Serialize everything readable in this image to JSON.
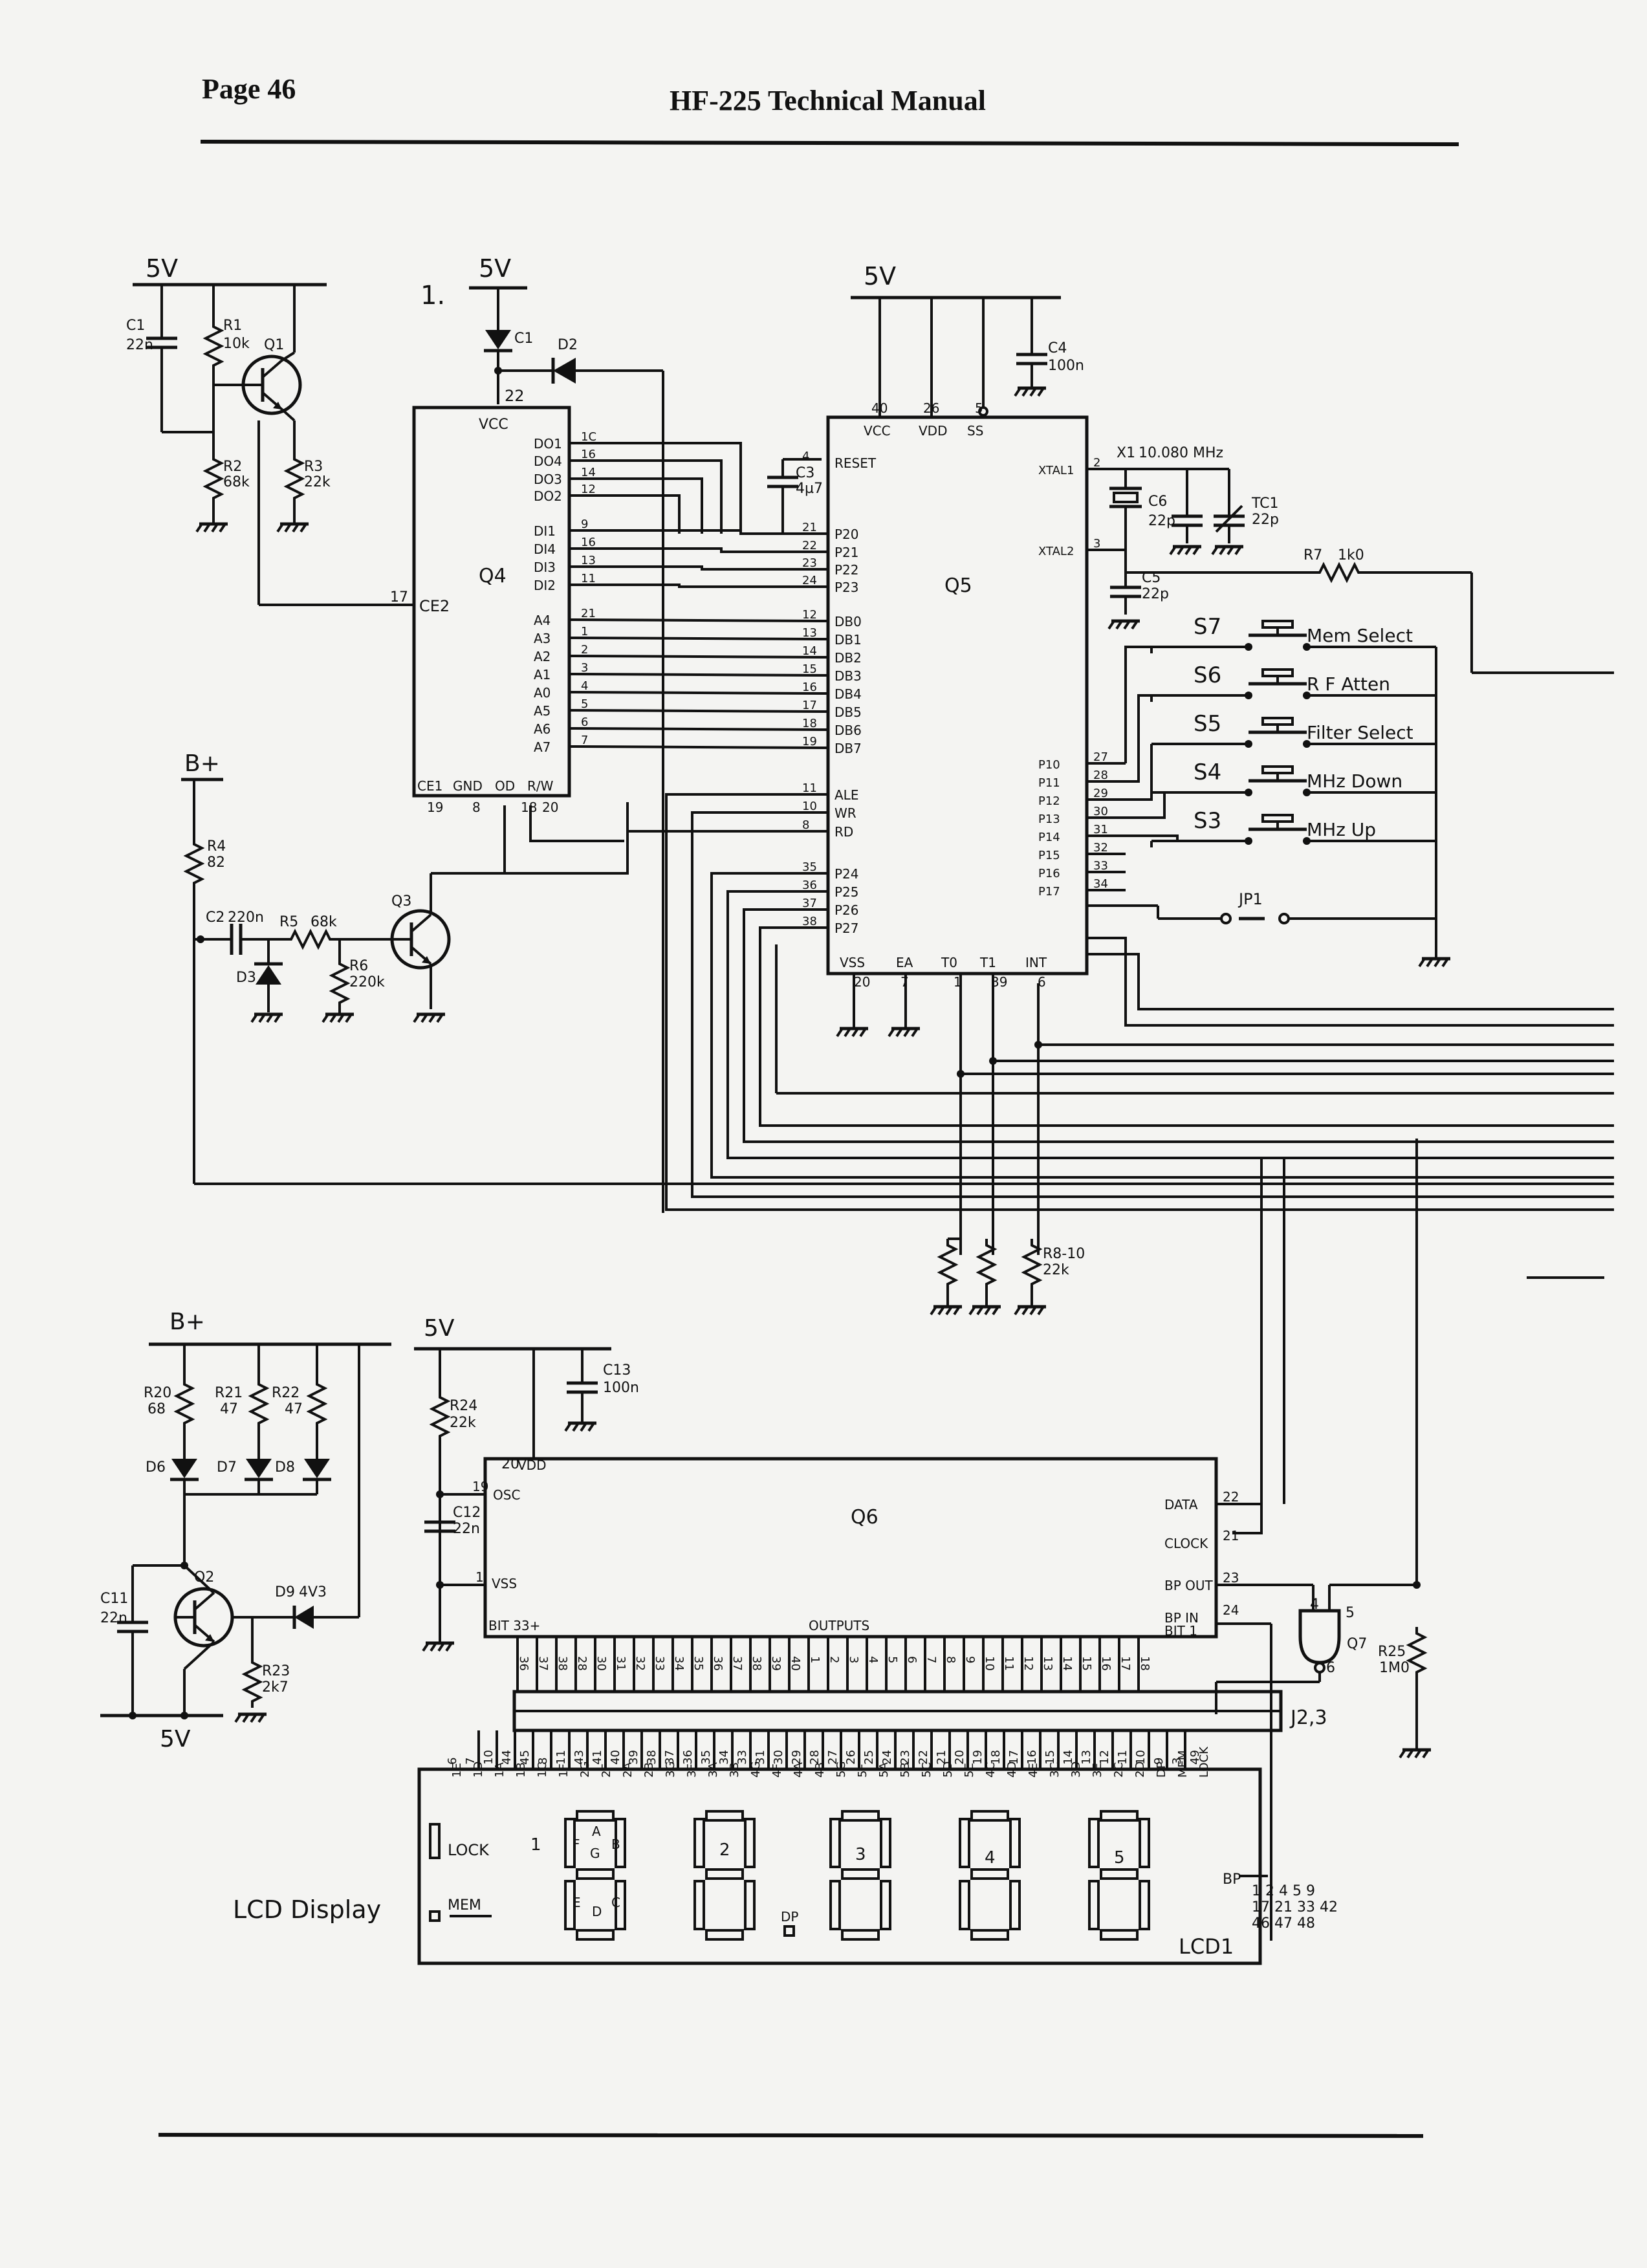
{
  "header": {
    "page": "Page 46",
    "title": "HF-225 Technical Manual"
  },
  "rails": {
    "v5": "5V",
    "bplus": "B+"
  },
  "sheet_marker": "1.",
  "ics": {
    "q4": {
      "ref": "Q4",
      "vcc_pin": "22",
      "ce2_pin": "17",
      "right_pins": [
        {
          "name": "DO1",
          "num": "1C"
        },
        {
          "name": "DO4",
          "num": "16"
        },
        {
          "name": "DO3",
          "num": "14"
        },
        {
          "name": "DO2",
          "num": "12"
        },
        {
          "name": "DI1",
          "num": "9"
        },
        {
          "name": "DI4",
          "num": "16"
        },
        {
          "name": "DI3",
          "num": "13"
        },
        {
          "name": "DI2",
          "num": "11"
        },
        {
          "name": "A4",
          "num": "21"
        },
        {
          "name": "A3",
          "num": "1"
        },
        {
          "name": "A2",
          "num": "2"
        },
        {
          "name": "A1",
          "num": "3"
        },
        {
          "name": "A0",
          "num": "4"
        },
        {
          "name": "A5",
          "num": "5"
        },
        {
          "name": "A6",
          "num": "6"
        },
        {
          "name": "A7",
          "num": "7"
        }
      ],
      "bottom_pins": [
        {
          "name": "CE1",
          "num": "19"
        },
        {
          "name": "GND",
          "num": "8"
        },
        {
          "name": "OD",
          "num": "18"
        },
        {
          "name": "R/W",
          "num": "20"
        }
      ],
      "labels": {
        "vcc": "VCC",
        "ce2": "CE2"
      }
    },
    "q5": {
      "ref": "Q5",
      "top_pins": [
        {
          "name": "VCC",
          "num": "40"
        },
        {
          "name": "VDD",
          "num": "26"
        },
        {
          "name": "SS",
          "num": "5"
        }
      ],
      "left_pins": [
        {
          "name": "RESET",
          "num": "4"
        },
        {
          "name": "P20",
          "num": "21"
        },
        {
          "name": "P21",
          "num": "22"
        },
        {
          "name": "P22",
          "num": "23"
        },
        {
          "name": "P23",
          "num": "24"
        },
        {
          "name": "DB0",
          "num": "12"
        },
        {
          "name": "DB1",
          "num": "13"
        },
        {
          "name": "DB2",
          "num": "14"
        },
        {
          "name": "DB3",
          "num": "15"
        },
        {
          "name": "DB4",
          "num": "16"
        },
        {
          "name": "DB5",
          "num": "17"
        },
        {
          "name": "DB6",
          "num": "18"
        },
        {
          "name": "DB7",
          "num": "19"
        },
        {
          "name": "ALE",
          "num": "11"
        },
        {
          "name": "WR",
          "num": "10"
        },
        {
          "name": "RD",
          "num": "8"
        },
        {
          "name": "P24",
          "num": "35"
        },
        {
          "name": "P25",
          "num": "36"
        },
        {
          "name": "P26",
          "num": "37"
        },
        {
          "name": "P27",
          "num": "38"
        }
      ],
      "right_pins": [
        {
          "name": "XTAL1",
          "num": "2"
        },
        {
          "name": "XTAL2",
          "num": "3"
        },
        {
          "name": "P10",
          "num": "27"
        },
        {
          "name": "P11",
          "num": "28"
        },
        {
          "name": "P12",
          "num": "29"
        },
        {
          "name": "P13",
          "num": "30"
        },
        {
          "name": "P14",
          "num": "31"
        },
        {
          "name": "P15",
          "num": "32"
        },
        {
          "name": "P16",
          "num": "33"
        },
        {
          "name": "P17",
          "num": "34"
        }
      ],
      "bottom_pins": [
        {
          "name": "VSS",
          "num": "20"
        },
        {
          "name": "EA",
          "num": "7"
        },
        {
          "name": "T0",
          "num": "1"
        },
        {
          "name": "T1",
          "num": "39"
        },
        {
          "name": "INT",
          "num": "6"
        }
      ]
    },
    "q6": {
      "ref": "Q6",
      "vdd": "VDD",
      "vdd_pin": "20",
      "osc": "OSC",
      "osc_pin": "19",
      "vss": "VSS",
      "vss_pin": "1",
      "bit33": "BIT 33+",
      "outputs": "OUTPUTS",
      "right_pins": [
        {
          "name": "DATA",
          "num": "22"
        },
        {
          "name": "CLOCK",
          "num": "21"
        },
        {
          "name": "BP OUT",
          "num": "23"
        },
        {
          "name": "BP IN",
          "num": "24"
        },
        {
          "name": "BIT 1",
          "num": ""
        }
      ],
      "out_pins": [
        "36",
        "37",
        "38",
        "28",
        "30",
        "31",
        "32",
        "33",
        "34",
        "35",
        "36",
        "37",
        "38",
        "39",
        "40",
        "1",
        "2",
        "3",
        "4",
        "5",
        "6",
        "7",
        "8",
        "9",
        "10",
        "11",
        "12",
        "13",
        "14",
        "15",
        "16",
        "17",
        "18"
      ]
    },
    "q7": {
      "ref": "Q7",
      "pins": [
        "4",
        "5",
        "6"
      ]
    }
  },
  "components": {
    "c1a": {
      "ref": "C1",
      "val": "22n"
    },
    "r1": {
      "ref": "R1",
      "val": "10k"
    },
    "q1": {
      "ref": "Q1"
    },
    "r2": {
      "ref": "R2",
      "val": "68k"
    },
    "r3": {
      "ref": "R3",
      "val": "22k"
    },
    "d1": {
      "ref": "C1"
    },
    "d2": {
      "ref": "D2"
    },
    "c3": {
      "ref": "C3",
      "val": "4µ7"
    },
    "c4": {
      "ref": "C4",
      "val": "100n"
    },
    "x1": {
      "ref": "X1",
      "val": "10.080 MHz"
    },
    "c6": {
      "ref": "C6",
      "val": "22p"
    },
    "tc1": {
      "ref": "TC1",
      "val": "22p"
    },
    "c5": {
      "ref": "C5",
      "val": "22p"
    },
    "r7": {
      "ref": "R7",
      "val": "1k0"
    },
    "r4": {
      "ref": "R4",
      "val": "82"
    },
    "c2": {
      "ref": "C2",
      "val": "220n"
    },
    "r5": {
      "ref": "R5",
      "val": "68k"
    },
    "d3": {
      "ref": "D3"
    },
    "r6": {
      "ref": "R6",
      "val": "220k"
    },
    "q3": {
      "ref": "Q3"
    },
    "jp1": {
      "ref": "JP1"
    },
    "r8": {
      "ref": "R8-10",
      "val": "22k"
    },
    "r20": {
      "ref": "R20",
      "val": "68"
    },
    "r21": {
      "ref": "R21",
      "val": "47"
    },
    "r22": {
      "ref": "R22",
      "val": "47"
    },
    "d6": {
      "ref": "D6"
    },
    "d7": {
      "ref": "D7"
    },
    "d8": {
      "ref": "D8"
    },
    "c11": {
      "ref": "C11",
      "val": "22n"
    },
    "q2": {
      "ref": "Q2"
    },
    "d9": {
      "ref": "D9",
      "val": "4V3"
    },
    "r23": {
      "ref": "R23",
      "val": "2k7"
    },
    "r24": {
      "ref": "R24",
      "val": "22k"
    },
    "c12": {
      "ref": "C12",
      "val": "22n"
    },
    "c13": {
      "ref": "C13",
      "val": "100n"
    },
    "r25": {
      "ref": "R25",
      "val": "1M0"
    },
    "j23": {
      "ref": "J2,3"
    }
  },
  "switches": [
    {
      "ref": "S7",
      "label": "Mem Select"
    },
    {
      "ref": "S6",
      "label": "R F Atten"
    },
    {
      "ref": "S5",
      "label": "Filter Select"
    },
    {
      "ref": "S4",
      "label": "MHz Down"
    },
    {
      "ref": "S3",
      "label": "MHz Up"
    }
  ],
  "lcd": {
    "caption": "LCD Display",
    "ref": "LCD1",
    "top_pins": [
      "6",
      "7",
      "10",
      "44",
      "45",
      "8",
      "11",
      "43",
      "41",
      "40",
      "39",
      "38",
      "37",
      "36",
      "35",
      "34",
      "33",
      "31",
      "30",
      "29",
      "28",
      "27",
      "26",
      "25",
      "24",
      "23",
      "22",
      "21",
      "20",
      "19",
      "18",
      "17",
      "16",
      "15",
      "14",
      "13",
      "12",
      "11",
      "10",
      "9",
      "3",
      "49",
      "50"
    ],
    "seg_labels": [
      "1E",
      "1D",
      "1A",
      "1B",
      "1C",
      "1F",
      "2G",
      "2F",
      "2A",
      "2B",
      "3G",
      "3F",
      "3A",
      "3B",
      "4G",
      "4F",
      "4A",
      "4B",
      "5G",
      "5F",
      "5A",
      "5B",
      "5C",
      "5D",
      "5E",
      "4C",
      "4D",
      "4E",
      "3C",
      "3D",
      "3E",
      "2C",
      "2D",
      "DP",
      "MEM",
      "LOCK"
    ],
    "lock": "LOCK",
    "mem": "MEM",
    "dp": "DP",
    "bp": "BP",
    "digits": [
      "1",
      "2",
      "3",
      "4",
      "5"
    ],
    "d1_segs": [
      "F",
      "A",
      "B",
      "G",
      "E",
      "D",
      "C"
    ],
    "bp_pins": "1 2 4 5 9\n17 21 33 42\n46 47 48"
  }
}
